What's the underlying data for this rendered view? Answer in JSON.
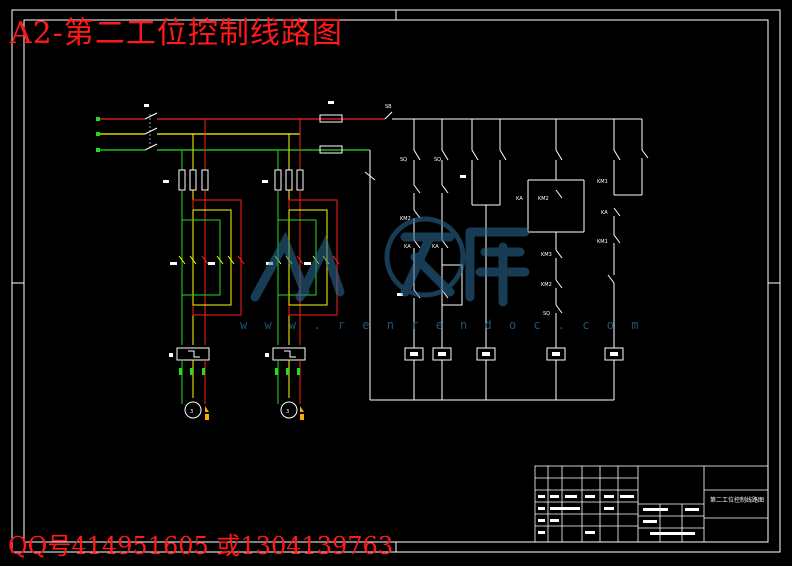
{
  "header": {
    "title": "A2-第二工位控制线路图"
  },
  "footer": {
    "contact": "QQ号414951605 或1304139763"
  },
  "watermark": {
    "url": "w w w . r e n r e n d o c . c o m"
  },
  "title_block": {
    "drawing_name": "第二工位控制线路图"
  },
  "components": {
    "switch_main": "SB",
    "sq": "SQ",
    "km1": "KM1",
    "km2": "KM2",
    "km3": "KM3",
    "ka": "KA"
  },
  "colors": {
    "frame": "#ffffff",
    "phase_red": "#ff2020",
    "phase_green": "#22dd22",
    "phase_yellow": "#ffff00",
    "watermark": "#2a6e9a"
  }
}
